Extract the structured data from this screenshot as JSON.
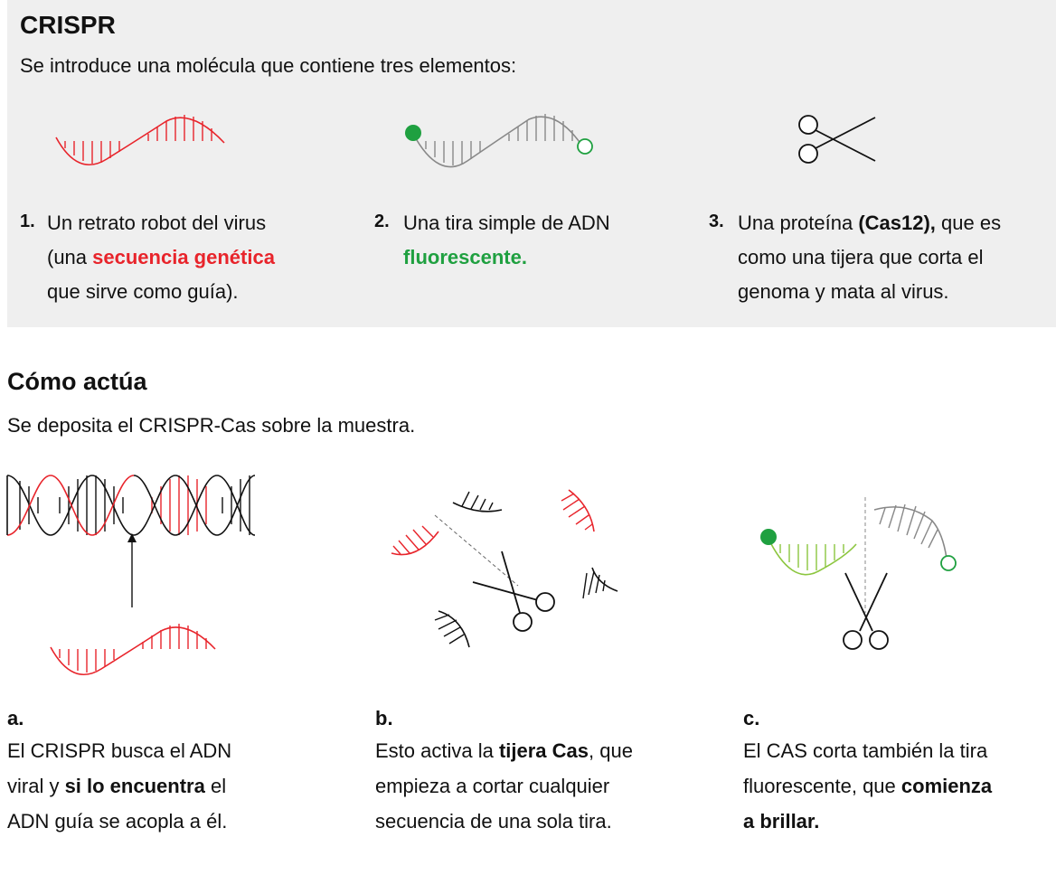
{
  "crispr": {
    "title": "CRISPR",
    "intro": "Se introduce una molécula que contiene tres elementos:",
    "items": [
      {
        "number": "1.",
        "line1": "Un retrato robot del virus",
        "line2_pre": "(una ",
        "line2_highlight": "secuencia genética",
        "line3": "que sirve como guía)."
      },
      {
        "number": "2.",
        "line1": "Una tira simple de ADN",
        "line2_highlight": "fluorescente",
        "line2_post": "."
      },
      {
        "number": "3.",
        "line1_pre": "Una proteína ",
        "line1_bold": "(Cas12),",
        "line1_post": " que es",
        "line2": "como una tijera que corta el",
        "line3": "genoma y mata al virus."
      }
    ]
  },
  "como_actua": {
    "title": "Cómo actúa",
    "intro": "Se deposita el CRISPR-Cas sobre la muestra.",
    "steps": [
      {
        "letter": "a.",
        "line1": "El CRISPR busca el ADN",
        "line2_pre": "viral y ",
        "line2_bold": "si lo encuentra",
        "line2_post": " el",
        "line3": "ADN guía se acopla a él."
      },
      {
        "letter": "b.",
        "line1_pre": "Esto activa la ",
        "line1_bold": "tijera Cas",
        "line1_post": ", que",
        "line2": "empieza a cortar cualquier",
        "line3": "secuencia de una sola tira."
      },
      {
        "letter": "c.",
        "line1": "El CAS corta también la tira",
        "line2_pre": "fluorescente, que ",
        "line2_bold": "comienza",
        "line3_bold": "a brillar."
      }
    ]
  },
  "colors": {
    "red": "#e8242b",
    "green": "#1fa040",
    "light_green": "#8cc63f",
    "gray": "#888888",
    "black": "#111111",
    "panel_bg": "#efefef"
  }
}
